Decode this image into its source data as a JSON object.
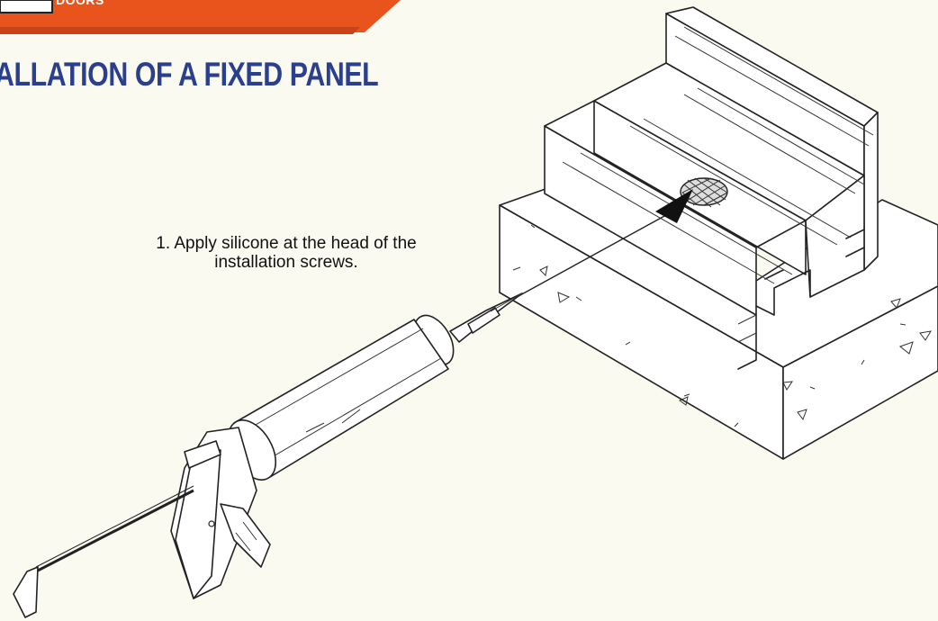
{
  "header": {
    "brand_fragment": "DOORS",
    "title": "ALLATION OF A FIXED PANEL",
    "accent_color": "#e8541c",
    "title_color": "#2b3f8f"
  },
  "steps": [
    {
      "line1": "1. Apply silicone at the head of the",
      "line2": "installation screws."
    }
  ],
  "illustration": {
    "objects": [
      "silicone-caulking-gun",
      "aluminium-threshold-profile",
      "concrete-base",
      "silicone-application-spot",
      "direction-arrow"
    ]
  }
}
